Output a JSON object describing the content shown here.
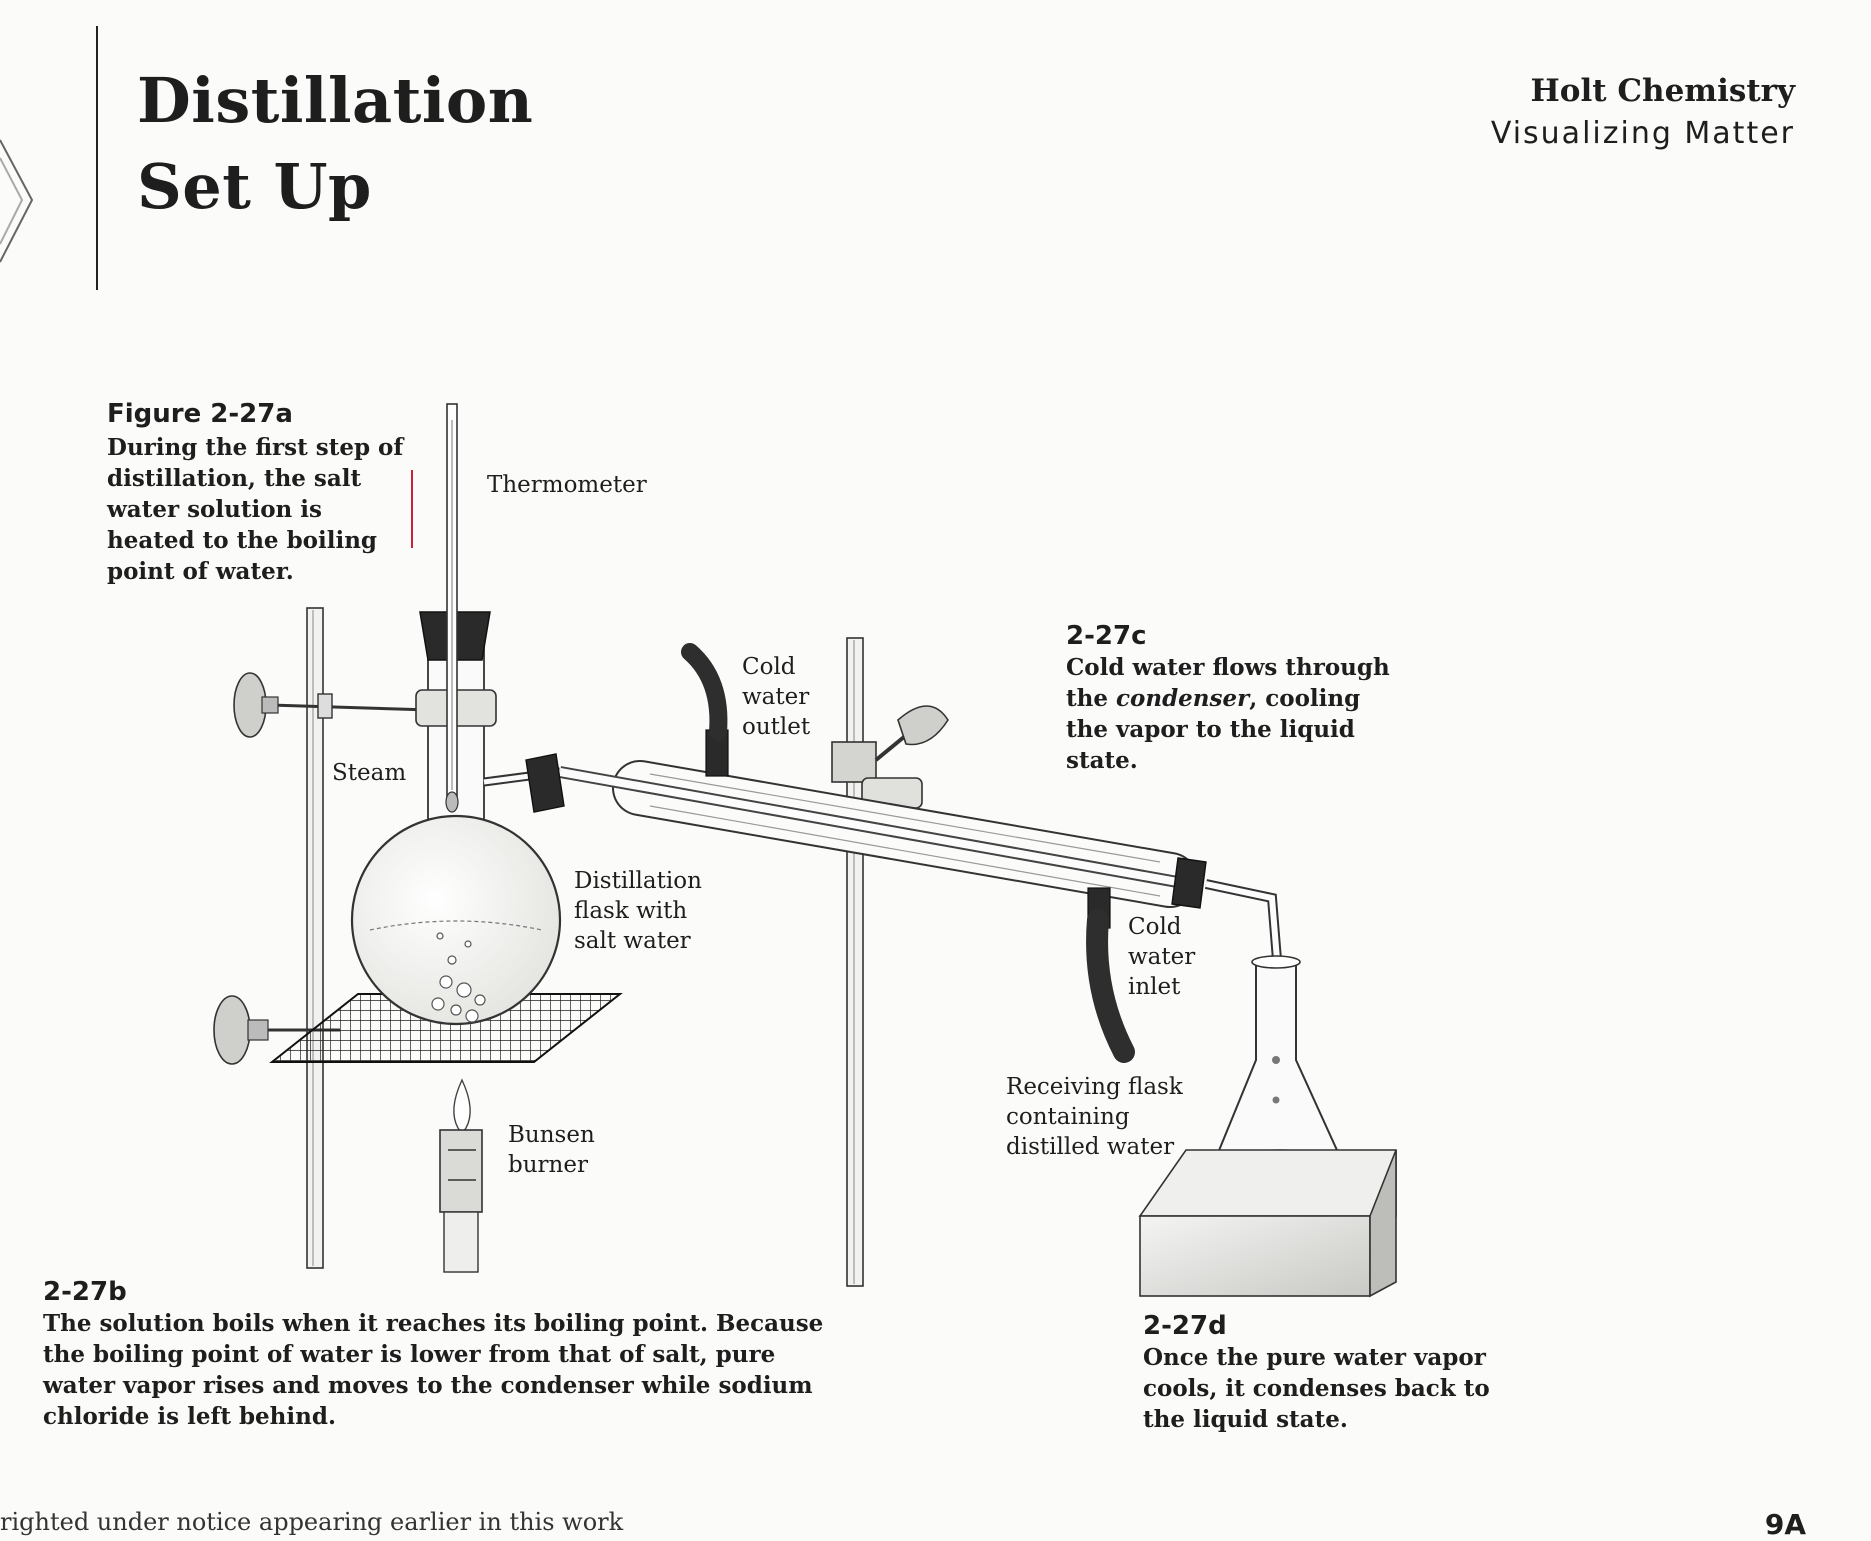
{
  "header": {
    "title_line1": "Distillation",
    "title_line2": "Set Up",
    "publisher": "Holt Chemistry",
    "series": "Visualizing Matter"
  },
  "captions": {
    "a": {
      "head": "Figure 2-27a",
      "body": "During the first step of distillation, the salt water solution is heated to the boiling point of water."
    },
    "b": {
      "head": "2-27b",
      "body": "The solution boils when it reaches its boiling point. Because the boiling point of water is lower from that of salt, pure water vapor rises and moves to the condenser while sodium chloride is left behind."
    },
    "c": {
      "head": "2-27c",
      "body_before": "Cold water flows through the ",
      "body_em": "condenser",
      "body_after": ", cooling the vapor to the liquid state."
    },
    "d": {
      "head": "2-27d",
      "body": "Once the pure water vapor cools, it condenses back to the liquid state."
    }
  },
  "labels": {
    "thermometer": "Thermometer",
    "steam": "Steam",
    "cold_water_outlet": "Cold\nwater\noutlet",
    "distillation_flask": "Distillation\nflask with\nsalt water",
    "cold_water_inlet": "Cold\nwater\ninlet",
    "receiving_flask": "Receiving flask\ncontaining\ndistilled water",
    "bunsen_burner": "Bunsen\nburner"
  },
  "footer": {
    "copyright_fragment": "righted under notice appearing earlier in this work",
    "page_number": "9A"
  },
  "colors": {
    "ink": "#1e1e1e",
    "paper": "#fbfbf9",
    "stopper": "#2a2a2a"
  }
}
